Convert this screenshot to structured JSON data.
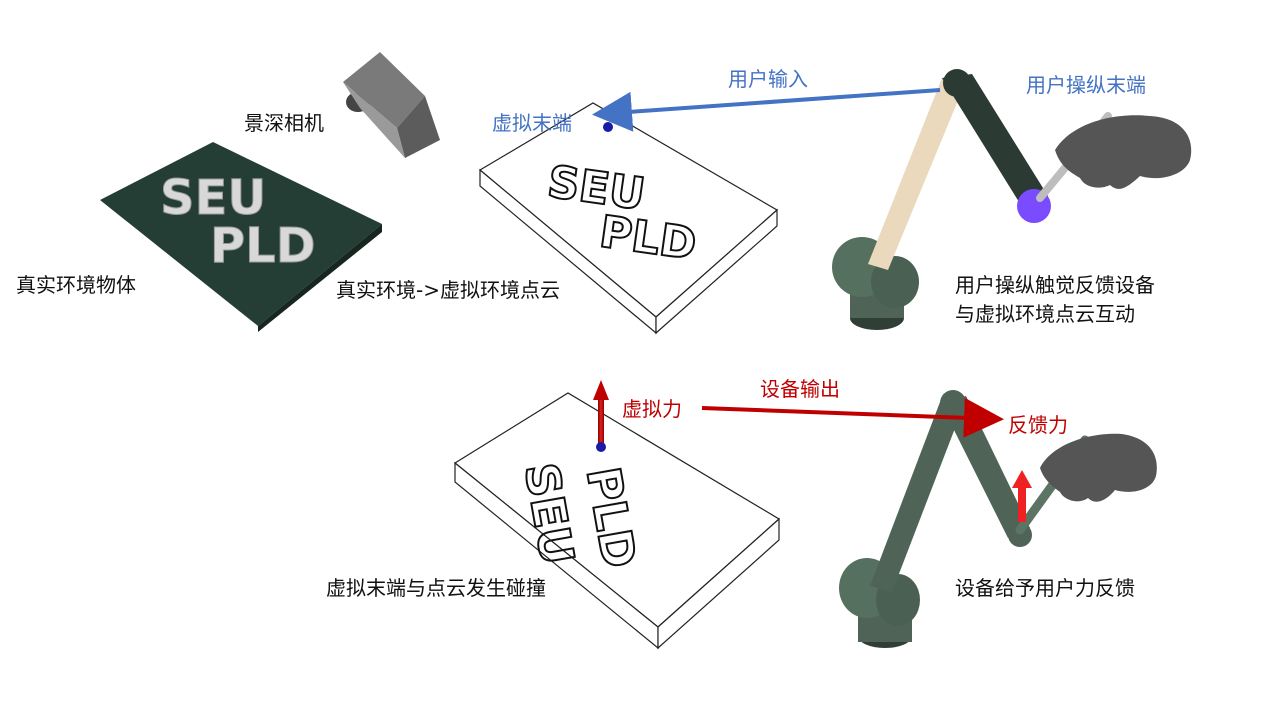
{
  "colors": {
    "blue": "#4472c4",
    "red": "#c00000",
    "slab": "#243d35",
    "robot_dark": "#4f6457",
    "robot_light": "#ead9bd",
    "end_effector": "#7b4cff",
    "hand": "#555555"
  },
  "labels": {
    "depth_camera": "景深相机",
    "real_object": "真实环境物体",
    "real_to_cloud": "真实环境->虚拟环境点云",
    "virtual_end": "虚拟末端",
    "user_input": "用户输入",
    "user_end": "用户操纵末端",
    "user_interact_line1": "用户操纵触觉反馈设备",
    "user_interact_line2": "与虚拟环境点云互动",
    "virtual_force": "虚拟力",
    "device_output": "设备输出",
    "feedback_force": "反馈力",
    "collision": "虚拟末端与点云发生碰撞",
    "device_feedback": "设备给予用户力反馈"
  },
  "model_text": {
    "line1": "SEU",
    "line2": "PLD"
  },
  "icons": [
    "depth-camera-icon",
    "haptic-device-icon",
    "hand-icon",
    "virtual-endpoint-icon",
    "force-arrow-icon"
  ]
}
